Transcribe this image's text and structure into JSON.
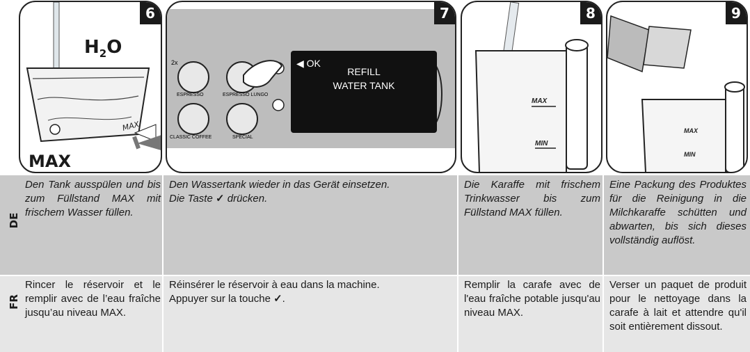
{
  "steps": [
    {
      "number": "6",
      "label_formula": "H2O",
      "label_sub": "2",
      "label_h": "H",
      "label_o": "O",
      "label_max": "MAX"
    },
    {
      "number": "7",
      "screen_ok": "OK",
      "screen_line1": "REFILL",
      "screen_line2": "WATER TANK",
      "btn_espresso": "ESPRESSO",
      "btn_espresso_lungo": "ESPRESSO LUNGO",
      "btn_classic": "CLASSIC COFFEE",
      "btn_special": "SPECIAL",
      "badge_2x": "2x"
    },
    {
      "number": "8",
      "mark_max": "MAX",
      "mark_min": "MIN"
    },
    {
      "number": "9",
      "mark_max": "MAX",
      "mark_min": "MIN"
    }
  ],
  "languages": {
    "de": "DE",
    "fr": "FR"
  },
  "de": {
    "col1": "Den Tank ausspülen und bis zum Füllstand MAX mit frischem Wasser füllen.",
    "col2_line1": "Den Wassertank wieder in das Gerät einsetzen.",
    "col2_line2_before": "Die Taste",
    "col2_check": "✓",
    "col2_line2_after": "drücken.",
    "col3": "Die Karaffe mit frischem Trinkwasser bis zum Füllstand MAX füllen.",
    "col4": "Eine Packung des Produktes für die Reinigung in die Milchkaraffe schütten und abwarten, bis sich dieses vollständig auflöst."
  },
  "fr": {
    "col1": "Rincer le réservoir et le remplir avec de l’eau fraîche jusqu’au niveau MAX.",
    "col2_line1": "Réinsérer le réservoir à eau dans la machine.",
    "col2_line2_before": "Appuyer sur la touche",
    "col2_check": "✓",
    "col2_line2_after": ".",
    "col3": "Remplir la carafe avec de l'eau fraîche potable jusqu'au niveau MAX.",
    "col4": "Verser un paquet de produit pour le nettoyage dans la carafe à lait et attendre qu'il soit entièrement dissout."
  }
}
